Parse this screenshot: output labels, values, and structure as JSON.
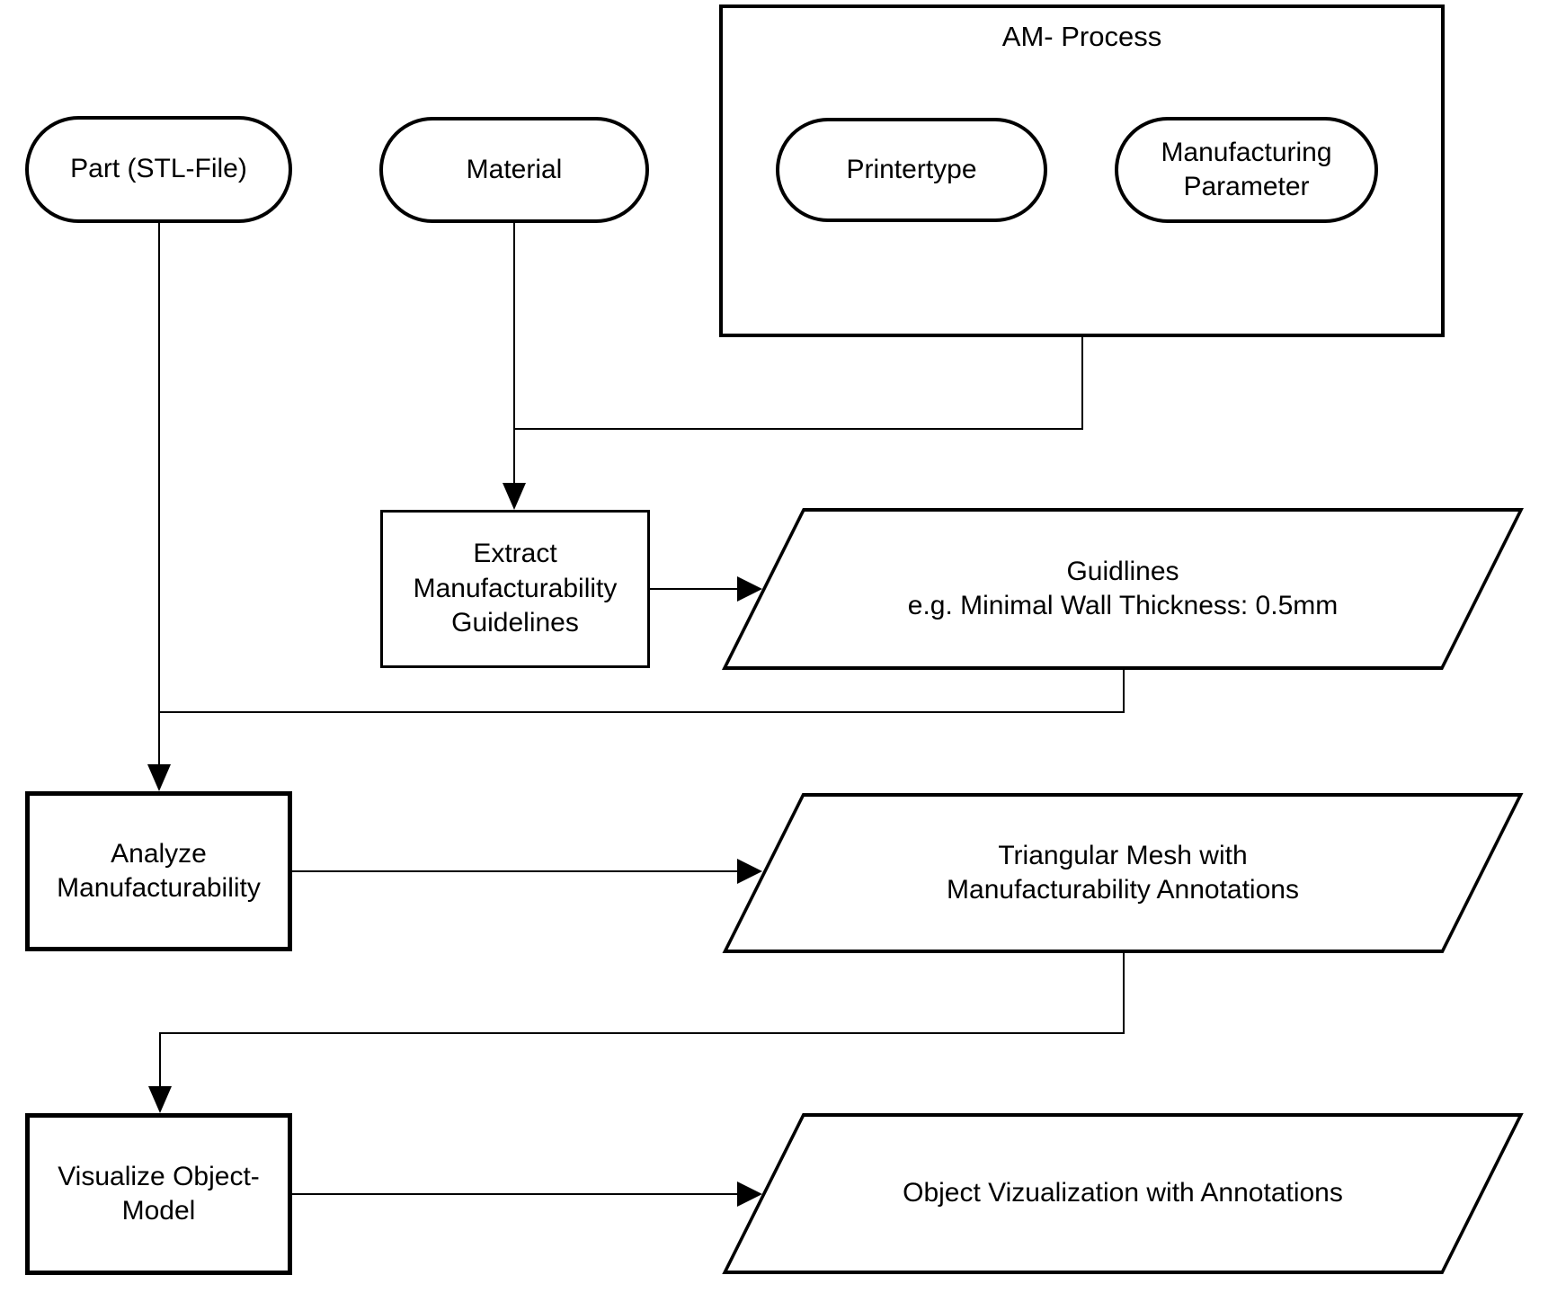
{
  "colors": {
    "background": "#ffffff",
    "stroke": "#000000",
    "text": "#000000"
  },
  "nodes": {
    "part": {
      "shape": "stadium",
      "label": "Part (STL-File)"
    },
    "material": {
      "shape": "stadium",
      "label": "Material"
    },
    "am_process": {
      "shape": "container",
      "title": "AM- Process"
    },
    "printertype": {
      "shape": "stadium",
      "label": "Printertype"
    },
    "manufacturing_parameter": {
      "shape": "stadium",
      "label": "Manufacturing\nParameter"
    },
    "extract_guidelines": {
      "shape": "process",
      "label": "Extract\nManufacturability\nGuidelines"
    },
    "guidelines_output": {
      "shape": "data-parallelogram",
      "label": "Guidlines\ne.g. Minimal Wall Thickness: 0.5mm"
    },
    "analyze": {
      "shape": "process",
      "label": "Analyze\nManufacturability"
    },
    "mesh_output": {
      "shape": "data-parallelogram",
      "label": "Triangular Mesh with\nManufacturability Annotations"
    },
    "visualize": {
      "shape": "process",
      "label": "Visualize Object-\nModel"
    },
    "visualization_output": {
      "shape": "data-parallelogram",
      "label": "Object Vizualization with Annotations"
    }
  },
  "edges": [
    {
      "from": "material",
      "joined_with": "am_process",
      "to": "extract_guidelines",
      "arrow": true
    },
    {
      "from": "extract_guidelines",
      "to": "guidelines_output",
      "arrow": true
    },
    {
      "from": "part",
      "joined_with": "guidelines_output",
      "to": "analyze",
      "arrow": true
    },
    {
      "from": "analyze",
      "to": "mesh_output",
      "arrow": true
    },
    {
      "from": "mesh_output",
      "to": "visualize",
      "arrow": true
    },
    {
      "from": "visualize",
      "to": "visualization_output",
      "arrow": true
    }
  ]
}
